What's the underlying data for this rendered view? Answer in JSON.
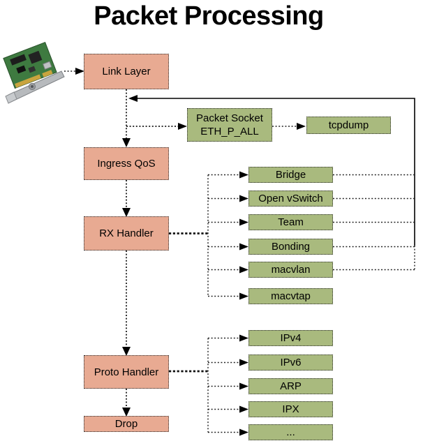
{
  "title": "Packet Processing",
  "source": {
    "icon": "network-interface-card"
  },
  "stages": {
    "link_layer": "Link Layer",
    "ingress_qos": "Ingress QoS",
    "rx_handler": "RX Handler",
    "proto_handler": "Proto Handler",
    "drop": "Drop"
  },
  "taps": {
    "packet_socket_line1": "Packet Socket",
    "packet_socket_line2": "ETH_P_ALL",
    "tcpdump": "tcpdump"
  },
  "rx_handlers": [
    "Bridge",
    "Open vSwitch",
    "Team",
    "Bonding",
    "macvlan",
    "macvtap"
  ],
  "protocols": [
    "IPv4",
    "IPv6",
    "ARP",
    "IPX",
    "..."
  ],
  "colors": {
    "stage_fill": "#E8AA92",
    "target_fill": "#A9BA7E",
    "line": "#000000"
  }
}
